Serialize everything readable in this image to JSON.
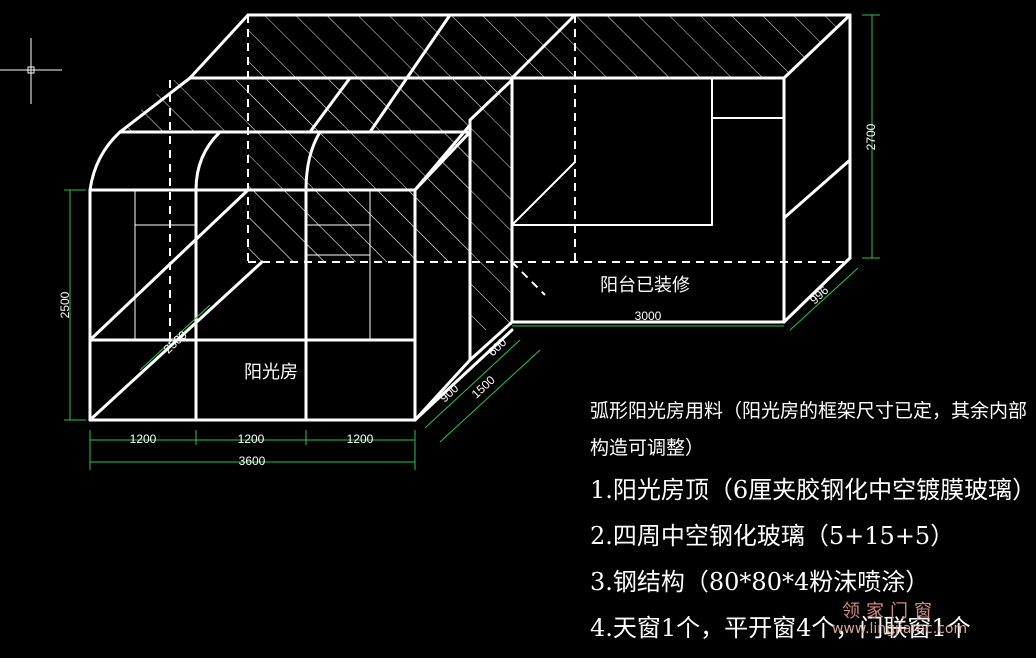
{
  "labels": {
    "sunroom": "阳光房",
    "balcony": "阳台已装修"
  },
  "dimensions": {
    "height_left": "2500",
    "depth_left": "2500",
    "height_right": "2700",
    "width_right": "3000",
    "depth_right": "996",
    "depth_600": "600",
    "depth_900": "900",
    "depth_1500": "1500",
    "bay_1": "1200",
    "bay_2": "1200",
    "bay_3": "1200",
    "total_width": "3600"
  },
  "notes": {
    "intro": "弧形阳光房用料（阳光房的框架尺寸已定，其余内部构造可调整）",
    "items": [
      "1.阳光房顶（6厘夹胶钢化中空镀膜玻璃）",
      "2.四周中空钢化玻璃（5+15+5）",
      "3.钢结构（80*80*4粉沫喷涂）",
      "4.天窗1个，平开窗4个，门联窗1个"
    ]
  },
  "watermark": {
    "text": "领家门窗",
    "url": "www.lingjiamc.com"
  },
  "colors": {
    "background": "#000000",
    "frame": "#ffffff",
    "dimension": "#00cc44"
  }
}
